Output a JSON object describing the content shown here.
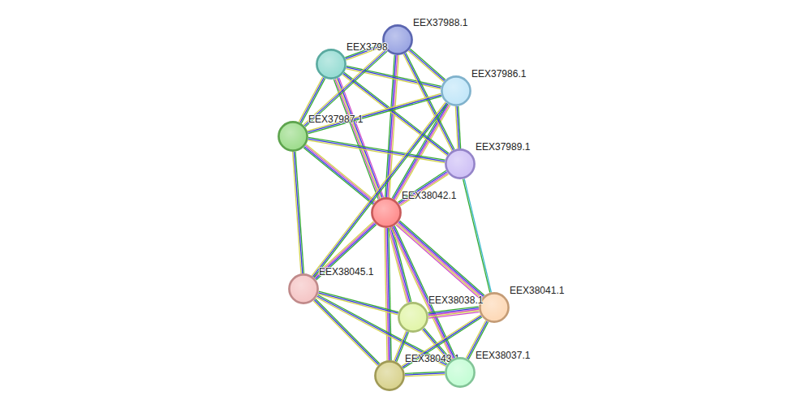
{
  "diagram": {
    "nodes": [
      {
        "text": [
          "EEX37988.1"
        ]
      },
      {
        "text": [
          "EEX3798"
        ]
      },
      {
        "text": [
          "EEX37986.1"
        ]
      },
      {
        "text": [
          "EEX37987.1"
        ]
      },
      {
        "text": [
          "EEX37989.1"
        ]
      },
      {
        "text": [
          "EEX38042.1"
        ]
      },
      {
        "text": [
          "EEX38045.1"
        ]
      },
      {
        "text": [
          "EEX38041.1"
        ]
      },
      {
        "text": [
          "EEX38038.1"
        ]
      },
      {
        "text": [
          "EEX38043.1"
        ]
      },
      {
        "text": [
          "EEX38037.1"
        ]
      }
    ],
    "edges": [
      {
        "from": 5,
        "to": 0,
        "arrow": "none"
      },
      {
        "from": 5,
        "to": 1,
        "arrow": "none"
      },
      {
        "from": 5,
        "to": 2,
        "arrow": "none"
      },
      {
        "from": 5,
        "to": 3,
        "arrow": "none"
      },
      {
        "from": 5,
        "to": 4,
        "arrow": "none"
      },
      {
        "from": 5,
        "to": 6,
        "arrow": "none"
      },
      {
        "from": 5,
        "to": 7,
        "arrow": "none"
      },
      {
        "from": 5,
        "to": 8,
        "arrow": "none"
      },
      {
        "from": 5,
        "to": 9,
        "arrow": "none"
      },
      {
        "from": 5,
        "to": 10,
        "arrow": "none"
      },
      {
        "from": 1,
        "to": 0,
        "arrow": "none"
      },
      {
        "from": 1,
        "to": 2,
        "arrow": "none"
      },
      {
        "from": 1,
        "to": 3,
        "arrow": "none"
      },
      {
        "from": 1,
        "to": 4,
        "arrow": "none"
      },
      {
        "from": 0,
        "to": 2,
        "arrow": "none"
      },
      {
        "from": 0,
        "to": 3,
        "arrow": "none"
      },
      {
        "from": 0,
        "to": 4,
        "arrow": "none"
      },
      {
        "from": 2,
        "to": 3,
        "arrow": "none"
      },
      {
        "from": 2,
        "to": 4,
        "arrow": "none"
      },
      {
        "from": 3,
        "to": 4,
        "arrow": "none"
      },
      {
        "from": 3,
        "to": 6,
        "arrow": "none"
      },
      {
        "from": 2,
        "to": 6,
        "arrow": "none"
      },
      {
        "from": 4,
        "to": 7,
        "arrow": "none"
      },
      {
        "from": 6,
        "to": 8,
        "arrow": "none"
      },
      {
        "from": 6,
        "to": 9,
        "arrow": "none"
      },
      {
        "from": 6,
        "to": 10,
        "arrow": "none"
      },
      {
        "from": 8,
        "to": 7,
        "arrow": "none"
      },
      {
        "from": 8,
        "to": 9,
        "arrow": "none"
      },
      {
        "from": 8,
        "to": 10,
        "arrow": "none"
      },
      {
        "from": 7,
        "to": 9,
        "arrow": "none"
      },
      {
        "from": 7,
        "to": 10,
        "arrow": "none"
      },
      {
        "from": 9,
        "to": 10,
        "arrow": "none"
      }
    ]
  }
}
